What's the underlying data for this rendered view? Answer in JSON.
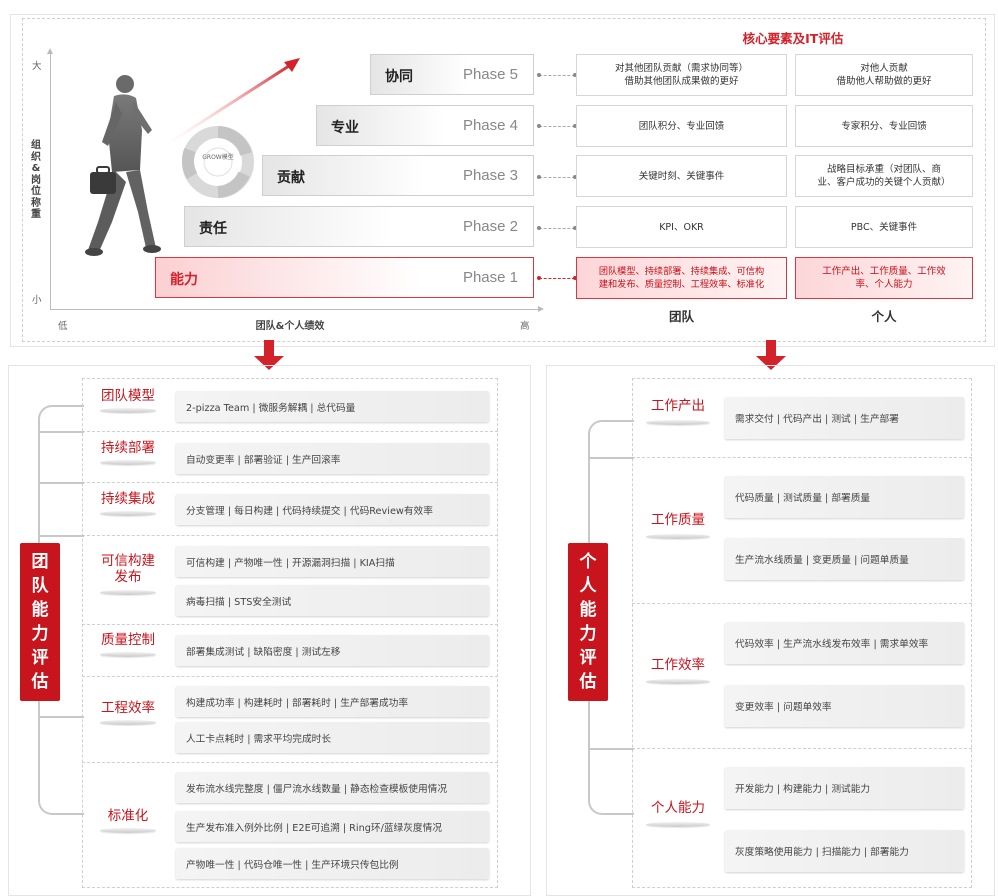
{
  "top": {
    "core_title": "核心要素及IT评估",
    "y_axis": {
      "high": "大",
      "low": "小",
      "label": "组织&岗位称重"
    },
    "x_axis": {
      "low": "低",
      "high": "高",
      "label": "团队&个人绩效"
    },
    "col_labels": {
      "team": "团队",
      "individual": "个人"
    },
    "grow_label": "GROW模型",
    "phases": [
      {
        "name": "协同",
        "phase": "Phase 5",
        "team": "对其他团队贡献（需求协同等）\n借助其他团队成果做的更好",
        "individual": "对他人贡献\n借助他人帮助做的更好",
        "active": false
      },
      {
        "name": "专业",
        "phase": "Phase 4",
        "team": "团队积分、专业回馈",
        "individual": "专家积分、专业回馈",
        "active": false
      },
      {
        "name": "贡献",
        "phase": "Phase 3",
        "team": "关键时刻、关键事件",
        "individual": "战略目标承重（对团队、商\n业、客户成功的关键个人贡献）",
        "active": false
      },
      {
        "name": "责任",
        "phase": "Phase 2",
        "team": "KPI、OKR",
        "individual": "PBC、关键事件",
        "active": false
      },
      {
        "name": "能力",
        "phase": "Phase 1",
        "team": "团队模型、持续部署、持续集成、可信构\n建和发布、质量控制、工程效率、标准化",
        "individual": "工作产出、工作质量、工作效\n率、个人能力",
        "active": true
      }
    ]
  },
  "team_eval": {
    "title": "团队能力评估",
    "sections": [
      {
        "title": "团队模型",
        "metrics": [
          "2-pizza Team  |  微服务解耦  |  总代码量"
        ]
      },
      {
        "title": "持续部署",
        "metrics": [
          "自动变更率  |  部署验证  |  生产回滚率"
        ]
      },
      {
        "title": "持续集成",
        "metrics": [
          "分支管理  |  每日构建  |  代码持续提交  |  代码Review有效率"
        ]
      },
      {
        "title": "可信构建\n发布",
        "metrics": [
          "可信构建  |  产物唯一性  |  开源漏洞扫描  |  KIA扫描",
          "病毒扫描  |  STS安全测试"
        ]
      },
      {
        "title": "质量控制",
        "metrics": [
          "部署集成测试  |  缺陷密度  |  测试左移"
        ]
      },
      {
        "title": "工程效率",
        "metrics": [
          "构建成功率  |  构建耗时  |  部署耗时  |  生产部署成功率",
          "人工卡点耗时  |  需求平均完成时长"
        ]
      },
      {
        "title": "标准化",
        "metrics": [
          "发布流水线完整度  |  僵尸流水线数量  |  静态检查模板使用情况",
          "生产发布准入例外比例  |  E2E可追溯  |  Ring环/蓝绿灰度情况",
          "产物唯一性  |  代码仓唯一性  |  生产环境只传包比例"
        ]
      }
    ]
  },
  "individual_eval": {
    "title": "个人能力评估",
    "sections": [
      {
        "title": "工作产出",
        "metrics": [
          "需求交付  |  代码产出  |  测试  |  生产部署"
        ]
      },
      {
        "title": "工作质量",
        "metrics": [
          "代码质量  |  测试质量  |  部署质量",
          "生产流水线质量  |  变更质量  |  问题单质量"
        ]
      },
      {
        "title": "工作效率",
        "metrics": [
          "代码效率  |  生产流水线发布效率  |  需求单效率",
          "变更效率  |  问题单效率"
        ]
      },
      {
        "title": "个人能力",
        "metrics": [
          "开发能力  |  构建能力  |  测试能力",
          "灰度策略使用能力  |  扫描能力  |  部署能力"
        ]
      }
    ]
  },
  "colors": {
    "accent": "#d3222a",
    "label_bg": "#c8141d"
  }
}
